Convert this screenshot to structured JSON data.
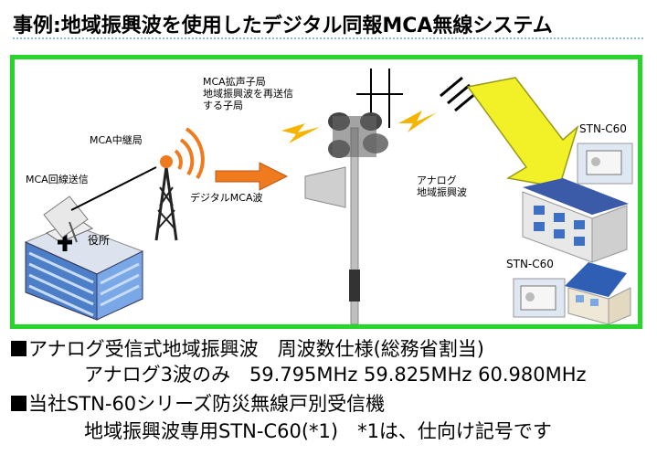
{
  "title": "事例:地域振興波を使用したデジタル同報MCA無線システム",
  "diagram": {
    "mca_radio_station": "MCA拡声子局\n地域振興波を再送信\nする子局",
    "mca_relay_station": "MCA中継局",
    "mca_line_transmission": "MCA回線送信",
    "city_office": "役所",
    "digital_mca_wave": "デジタルMCA波",
    "analog_wave": "アナログ\n地域振興波",
    "receiver_top": "STN-C60",
    "receiver_bottom": "STN-C60"
  },
  "footer": {
    "line1": "アナログ受信式地域振興波　周波数仕様(総務省割当)",
    "line2": "アナログ3波のみ　59.795MHz  59.825MHz  60.980MHz",
    "line3": "当社STN-60シリーズ防災無線戸別受信機",
    "line4": "地域振興波専用STN-C60(*1)　*1は、仕向け記号です"
  },
  "colors": {
    "frame": "#27d62a",
    "arrow_orange": "#f07a1e",
    "arrow_yellow": "#f2f026",
    "lightning": "#f5b400"
  }
}
